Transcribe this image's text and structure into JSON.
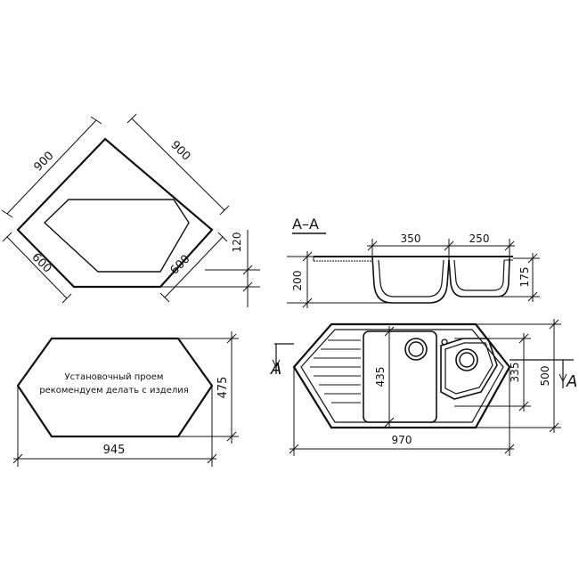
{
  "dims": {
    "side_left": "900",
    "side_right": "900",
    "depth_left": "600",
    "depth_right": "600",
    "thickness": "120",
    "cutout_height": "475",
    "cutout_width": "945",
    "section_height": "200",
    "bowl_large_width": "350",
    "bowl_small_width": "250",
    "bowl_small_depth": "175",
    "large_bowl_length": "435",
    "small_bowl_length": "335",
    "sink_depth": "500",
    "sink_width": "970"
  },
  "section": {
    "label": "A–A",
    "marker_left": "A",
    "marker_right": "A"
  },
  "cutout_note": {
    "line1": "Установочный проем",
    "line2": "рекомендуем делать с изделия"
  }
}
